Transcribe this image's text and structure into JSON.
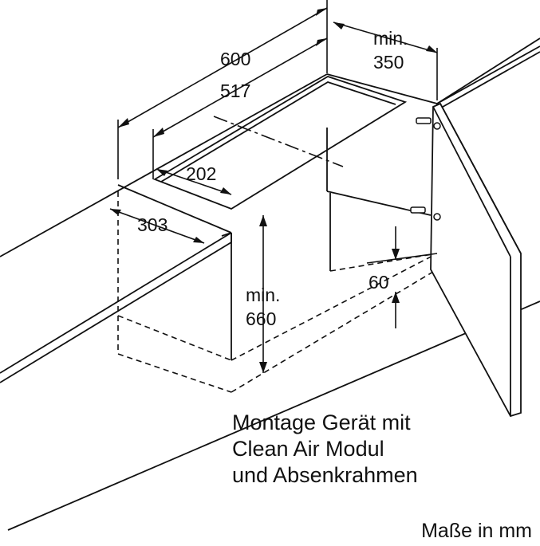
{
  "dimensions": {
    "width_outer": "600",
    "width_cutout": "517",
    "depth_min_label": "min.",
    "depth_min_value": "350",
    "cutout_depth": "202",
    "depth_outer": "303",
    "height_min_label": "min.",
    "height_min_value": "660",
    "gap": "60"
  },
  "caption": {
    "line1": "Montage Gerät mit",
    "line2": "Clean Air Modul",
    "line3": "und Absenkrahmen"
  },
  "units_note": "Maße in mm"
}
